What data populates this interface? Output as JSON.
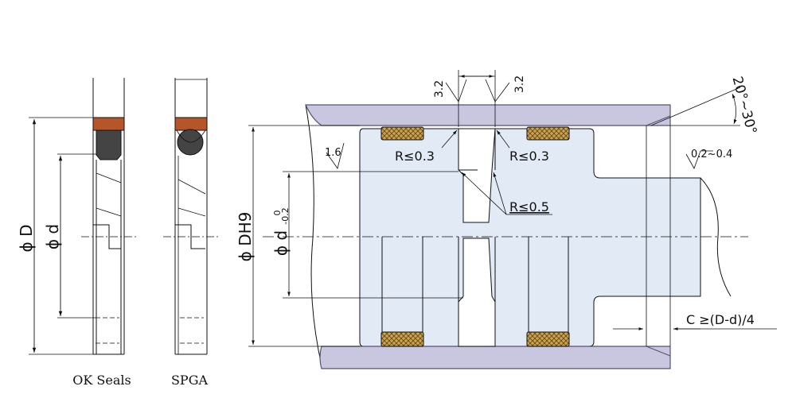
{
  "colors": {
    "housing": "#c9c6e0",
    "housing_stroke": "#55526e",
    "piston": "#e2eaf6",
    "seal_brown": "#b5562a",
    "ring_dark": "#444444",
    "hatch": "#c9a454",
    "line": "#111111"
  },
  "labels": {
    "ok_seals": "OK Seals",
    "spga": "SPGA",
    "dia_D": "ϕ D",
    "dia_d": "ϕ d",
    "dia_DH9": "ϕ DH9",
    "dia_d_main": "ϕ d",
    "tol_upper": "0",
    "tol_lower": "-0.2",
    "rough_top_left": "3.2",
    "rough_top_right": "3.2",
    "rough_bore": "1.6",
    "radius_left": "R≤0.3",
    "radius_right": "R≤0.3",
    "radius_corner": "R≤0.5",
    "angle": "20°~30°",
    "chamfer_len": "0.2~0.4",
    "chamfer_c": "C ≥(D-d)/4"
  }
}
